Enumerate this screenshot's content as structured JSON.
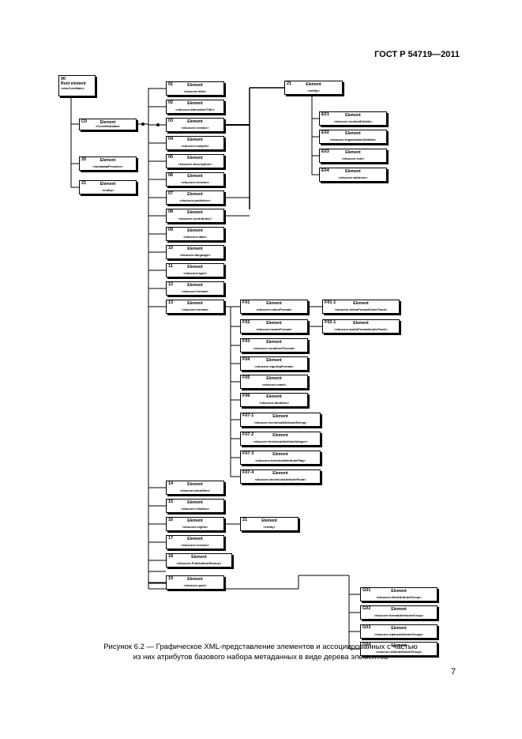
{
  "header": "ГОСТ Р 54719—2011",
  "page_number": "7",
  "caption": {
    "line1": "Рисунок 6.2 — Графическое XML-представление элементов и ассоциированных с частью",
    "line2": "из них атрибутов базового набора метаданных в виде дерева элементов"
  },
  "nodes": {
    "root": {
      "id": "00",
      "t1": "Root element",
      "t2": "<ebuCoreMain>"
    },
    "c0": {
      "id": "C0",
      "t1": "Element",
      "t2": "<CoreMetadata>"
    },
    "r20": {
      "id": "20",
      "t1": "Element",
      "t2": "<metadataProvider>"
    },
    "r21": {
      "id": "21",
      "t1": "Element",
      "t2": "<entity>"
    },
    "e01": {
      "id": "01",
      "t1": "Element",
      "t2": "<ebucore:title>"
    },
    "e02": {
      "id": "02",
      "t1": "Element",
      "t2": "<ebucore:alternativeTitle>"
    },
    "e03": {
      "id": "03",
      "t1": "Element",
      "t2": "<ebucore:creator>"
    },
    "e04": {
      "id": "04",
      "t1": "Element",
      "t2": "<ebucore:subject>"
    },
    "e05": {
      "id": "05",
      "t1": "Element",
      "t2": "<ebucore:description>"
    },
    "e06": {
      "id": "06",
      "t1": "Element",
      "t2": "<ebucore:version>"
    },
    "e07": {
      "id": "07",
      "t1": "Element",
      "t2": "<ebucore:publisher>"
    },
    "e08": {
      "id": "08",
      "t1": "Element",
      "t2": "<ebucore:contributor>"
    },
    "e09": {
      "id": "09",
      "t1": "Element",
      "t2": "<ebucore:date>"
    },
    "e10": {
      "id": "10",
      "t1": "Element",
      "t2": "<ebucore:language>"
    },
    "e11": {
      "id": "11",
      "t1": "Element",
      "t2": "<ebucore:type>"
    },
    "e12": {
      "id": "12",
      "t1": "Element",
      "t2": "<ebucore:format>"
    },
    "e13": {
      "id": "13",
      "t1": "Element",
      "t2": "<ebucore:format>"
    },
    "e14": {
      "id": "14",
      "t1": "Element",
      "t2": "<ebucore:identifier>"
    },
    "e15": {
      "id": "15",
      "t1": "Element",
      "t2": "<ebucore:relation>"
    },
    "e16": {
      "id": "16",
      "t1": "Element",
      "t2": "<ebucore:rights>"
    },
    "e17": {
      "id": "17",
      "t1": "Element",
      "t2": "<ebucore:version>"
    },
    "e18": {
      "id": "18",
      "t1": "Element",
      "t2": "<ebucore:PublicationHistory>"
    },
    "e19": {
      "id": "19",
      "t1": "Element",
      "t2": "<ebucore:part>"
    },
    "n21": {
      "id": "21",
      "t1": "Element",
      "t2": "<entity>"
    },
    "e301": {
      "id": "E01",
      "t1": "Element",
      "t2": "<ebucore:contactDetails>"
    },
    "e302": {
      "id": "E02",
      "t1": "Element",
      "t2": "<ebucore:organisationDetails>"
    },
    "e303": {
      "id": "E03",
      "t1": "Element",
      "t2": "<ebucore:role>"
    },
    "e304": {
      "id": "E04",
      "t1": "Element",
      "t2": "<ebucore:address>"
    },
    "f01": {
      "id": "F01",
      "t1": "Element",
      "t2": "<ebucore:videoFormat>"
    },
    "f02": {
      "id": "F02",
      "t1": "Element",
      "t2": "<ebucore:audioFormat>"
    },
    "f03": {
      "id": "F03",
      "t1": "Element",
      "t2": "<ebucore:containerFormat>"
    },
    "f04": {
      "id": "F04",
      "t1": "Element",
      "t2": "<ebucore:signingFormat>"
    },
    "f05": {
      "id": "F05",
      "t1": "Element",
      "t2": "<ebucore:start>"
    },
    "f06": {
      "id": "F06",
      "t1": "Element",
      "t2": "<ebucore:duration>"
    },
    "f071": {
      "id": "F07-1",
      "t1": "Element",
      "t2": "<ebucore:technicalAttributeString>"
    },
    "f072": {
      "id": "F07-2",
      "t1": "Element",
      "t2": "<ebucore:technicalAttributeInteger>"
    },
    "f073": {
      "id": "F07-3",
      "t1": "Element",
      "t2": "<ebucore:technicalAttributeFlag>"
    },
    "f074": {
      "id": "F07-4",
      "t1": "Element",
      "t2": "<ebucore:technicalAttributeFloat>"
    },
    "f011": {
      "id": "F01-1",
      "t1": "Element",
      "t2": "<ebucore:videoFormatVideoTrack>"
    },
    "f021": {
      "id": "F02-1",
      "t1": "Element",
      "t2": "<ebucore:audioFormatAudioTrack>"
    },
    "n21b": {
      "id": "21",
      "t1": "Element",
      "t2": "<entity>"
    },
    "g01": {
      "id": "G01",
      "t1": "Element",
      "t2": "<ebucore:titleAttributeGroup>"
    },
    "g02": {
      "id": "G02",
      "t1": "Element",
      "t2": "<ebucore:formatAttributeGroup>"
    },
    "g03": {
      "id": "G03",
      "t1": "Element",
      "t2": "<ebucore:statusAttributeGroup>"
    },
    "g04": {
      "id": "G04",
      "t1": "Element",
      "t2": "<ebucore:dateAttributeGroup>"
    }
  }
}
